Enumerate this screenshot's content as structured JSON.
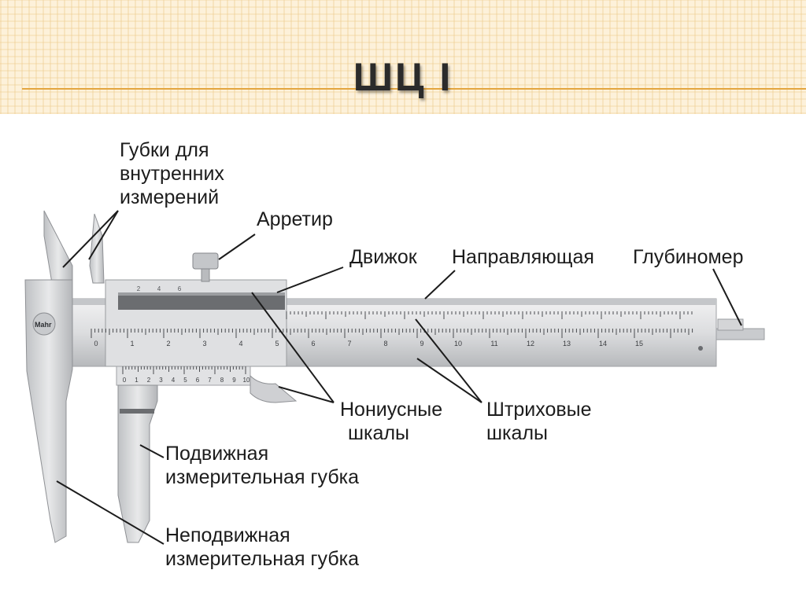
{
  "title": "ШЦ I",
  "instrument": {
    "brand": "Mahr",
    "main_scale_numbers": [
      "0",
      "1",
      "2",
      "3",
      "4",
      "5",
      "6",
      "7",
      "8",
      "9",
      "10",
      "11",
      "12",
      "13",
      "14",
      "15"
    ],
    "vernier_numbers": [
      "0",
      "1",
      "2",
      "3",
      "4",
      "5",
      "6",
      "7",
      "8",
      "9",
      "10"
    ],
    "slider_numbers": [
      "2",
      "4",
      "6"
    ]
  },
  "labels": {
    "inner_jaws": [
      "Губки для",
      "внутренних",
      "измерений"
    ],
    "lock": [
      "Арретир"
    ],
    "slider": [
      "Движок"
    ],
    "beam": [
      "Направляющая"
    ],
    "depth_gauge": [
      "Глубиномер"
    ],
    "vernier": [
      "Нониусные",
      "шкалы"
    ],
    "main_scales": [
      "Штриховые",
      "шкалы"
    ],
    "movable_jaw": [
      "Подвижная",
      "измерительная губка"
    ],
    "fixed_jaw": [
      "Неподвижная",
      "измерительная губка"
    ]
  },
  "colors": {
    "header_bg": "#fdf1da",
    "header_line": "#e4a640",
    "metal": "#d9dadc",
    "metal_dark": "#a9abaf"
  }
}
